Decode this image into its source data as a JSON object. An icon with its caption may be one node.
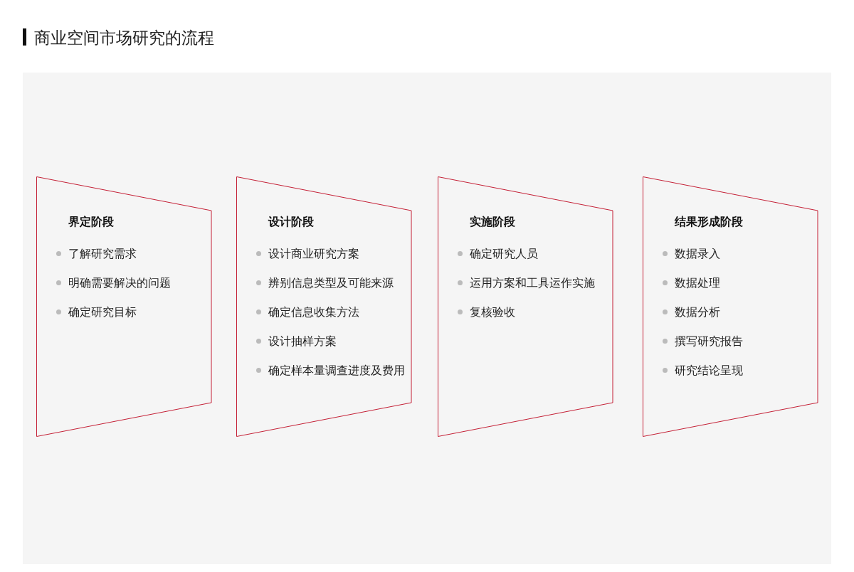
{
  "diagram": {
    "title": "商业空间市场研究的流程",
    "nodes": [
      {
        "text": [
          "界定阶段",
          "了解研究需求",
          "明确需要解决的问题",
          "确定研究目标"
        ]
      },
      {
        "text": [
          "设计阶段",
          "设计商业研究方案",
          "辨别信息类型及可能来源",
          "确定信息收集方法",
          "设计抽样方案",
          "确定样本量调查进度及费用"
        ]
      },
      {
        "text": [
          "实施阶段",
          "确定研究人员",
          "运用方案和工具运作实施",
          "复核验收"
        ]
      },
      {
        "text": [
          "结果形成阶段",
          "数据录入",
          "数据处理",
          "数据分析",
          "撰写研究报告",
          "研究结论呈现"
        ]
      }
    ]
  }
}
